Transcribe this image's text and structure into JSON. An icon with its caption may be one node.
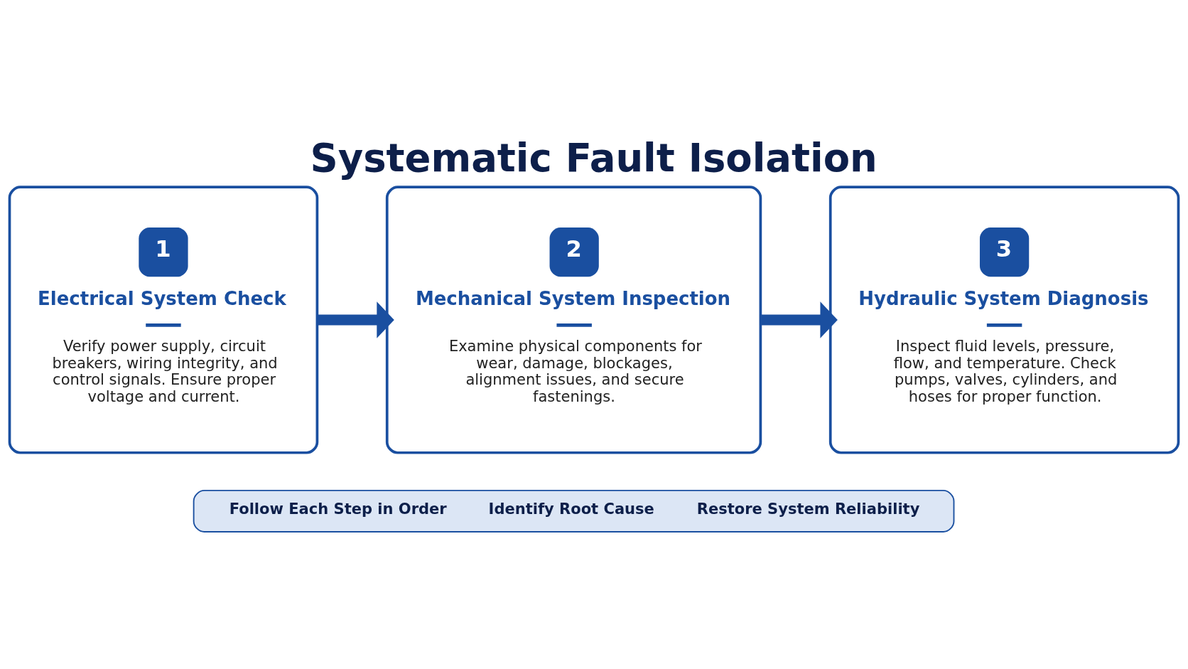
{
  "diagram": {
    "title": "Systematic Fault Isolation",
    "nodes": [
      {
        "text": [
          "1",
          "Electrical System Check",
          "Verify power supply, circuit breakers, wiring integrity, and control signals. Ensure proper voltage and current."
        ]
      },
      {
        "text": [
          "2",
          "Mechanical System Inspection",
          "Examine physical components for wear, damage, blockages, alignment issues, and secure fastenings."
        ]
      },
      {
        "text": [
          "3",
          "Hydraulic System Diagnosis",
          "Inspect fluid levels, pressure, flow, and temperature. Check pumps, valves, cylinders, and hoses for proper function."
        ]
      },
      {
        "text": [
          "Follow Each Step in Order",
          "Identify Root Cause",
          "Restore System Reliability"
        ]
      }
    ],
    "edges": [
      {
        "from": 0,
        "to": 1,
        "arrow": "to"
      },
      {
        "from": 1,
        "to": 2,
        "arrow": "to"
      }
    ]
  }
}
